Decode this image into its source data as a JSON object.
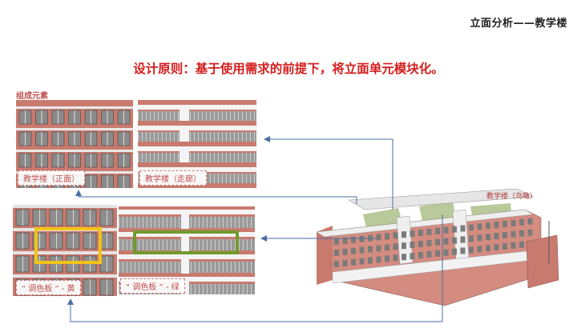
{
  "header": {
    "title": "立面分析——教学楼"
  },
  "principle": "设计原则：基于使用需求的前提下，将立面单元模块化。",
  "components_label": "组成元素",
  "panels": [
    {
      "id": "front",
      "caption": "教学楼（正面）"
    },
    {
      "id": "corridor",
      "caption": "教学楼（走廊）"
    },
    {
      "id": "palette-yellow",
      "caption": "“ 调色板 ” - 黄"
    },
    {
      "id": "palette-green",
      "caption": "“ 调色板 ” - 绿"
    }
  ],
  "aerial": {
    "label": "教学楼（鸟瞰）"
  },
  "colors": {
    "accent_red": "#d41c1c",
    "label_red": "#c0504d",
    "brick": "#c97a6e",
    "arrow_blue": "#4a6fa5",
    "highlight_yellow": "#f0c419",
    "highlight_green": "#6f9b2c"
  }
}
